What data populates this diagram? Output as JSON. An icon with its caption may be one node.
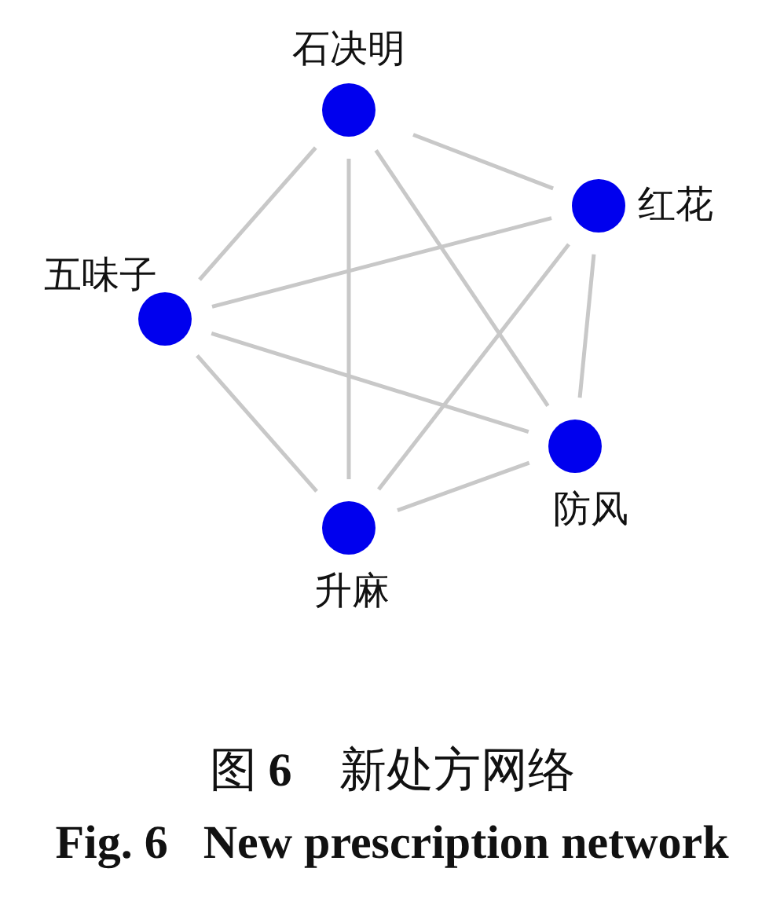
{
  "diagram": {
    "caption": "图 **6**　新处方网络",
    "nodes": [
      {
        "text": [
          "石决明"
        ]
      },
      {
        "text": [
          "红花"
        ]
      },
      {
        "text": [
          "五味子"
        ]
      },
      {
        "text": [
          "防风"
        ]
      },
      {
        "text": [
          "升麻"
        ]
      }
    ],
    "edges": [
      {
        "from": 0,
        "to": 1,
        "arrow": "none"
      },
      {
        "from": 0,
        "to": 2,
        "arrow": "none"
      },
      {
        "from": 0,
        "to": 4,
        "arrow": "none"
      },
      {
        "from": 0,
        "to": 3,
        "arrow": "none"
      },
      {
        "from": 1,
        "to": 2,
        "arrow": "none"
      },
      {
        "from": 1,
        "to": 3,
        "arrow": "none"
      },
      {
        "from": 1,
        "to": 4,
        "arrow": "none"
      },
      {
        "from": 2,
        "to": 3,
        "arrow": "none"
      },
      {
        "from": 2,
        "to": 4,
        "arrow": "none"
      },
      {
        "from": 3,
        "to": 4,
        "arrow": "none"
      }
    ],
    "labels": [
      "Fig. 6   New prescription network"
    ]
  }
}
